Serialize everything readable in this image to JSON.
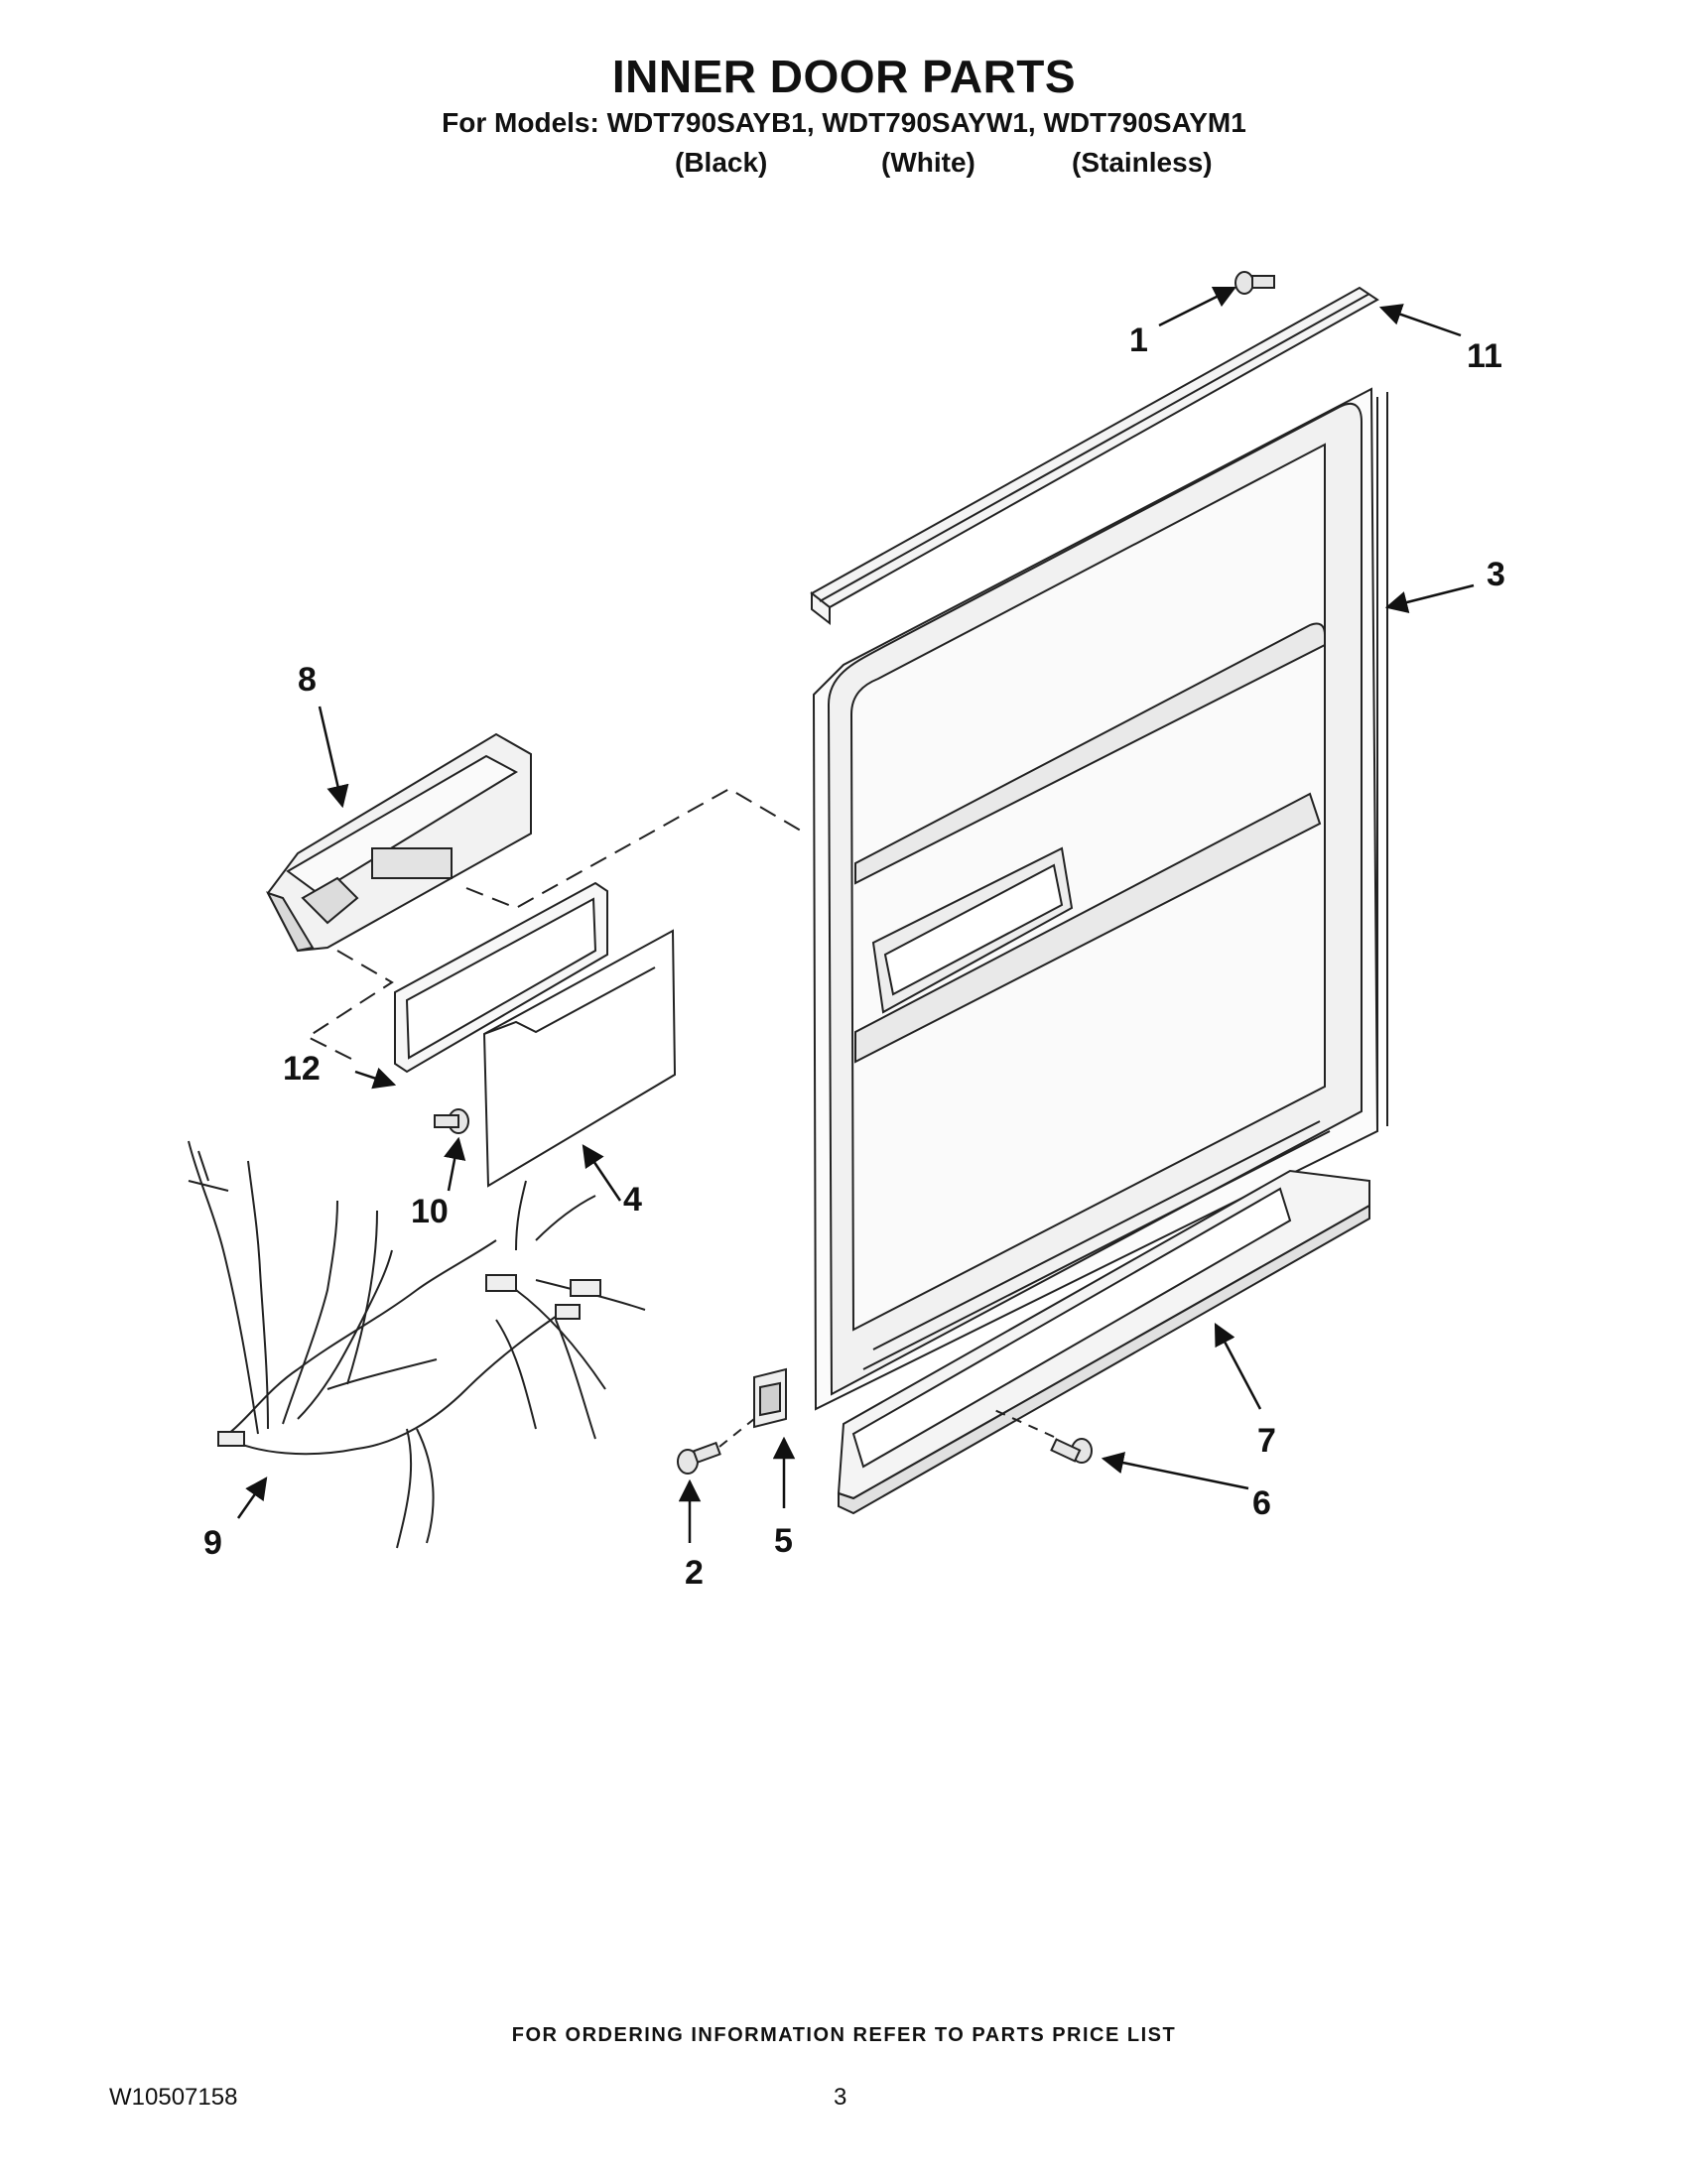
{
  "header": {
    "title": "INNER DOOR PARTS",
    "models_line": "For Models: WDT790SAYB1, WDT790SAYW1, WDT790SAYM1",
    "variants": [
      "(Black)",
      "(White)",
      "(Stainless)"
    ]
  },
  "callouts": [
    "1",
    "2",
    "3",
    "4",
    "5",
    "6",
    "7",
    "8",
    "9",
    "10",
    "11",
    "12"
  ],
  "footer": {
    "ordering_note": "FOR ORDERING INFORMATION REFER TO PARTS PRICE LIST",
    "document_number": "W10507158",
    "page_number": "3"
  }
}
